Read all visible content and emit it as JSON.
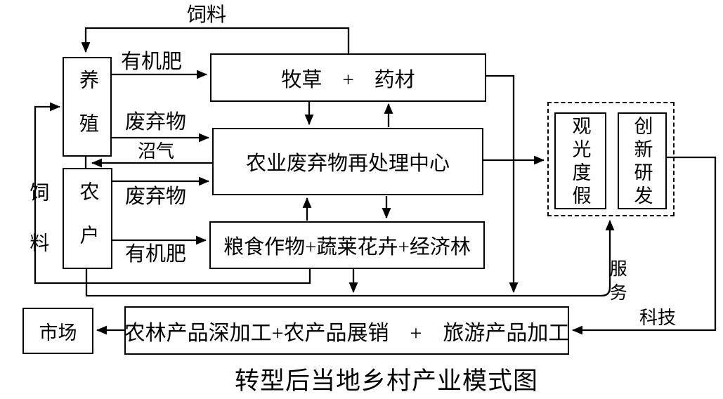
{
  "canvas": {
    "background": "#ffffff",
    "line_color": "#000000"
  },
  "title": "转型后当地乡村产业模式图",
  "nodes": {
    "breeding": {
      "label": "养殖"
    },
    "farmers": {
      "label": "农户"
    },
    "pasture_herbs": {
      "label": "牧草　+　药材"
    },
    "waste_center": {
      "label": "农业废弃物再处理中心"
    },
    "crops": {
      "label": "粮食作物+蔬莱花卉+经济林"
    },
    "sightseeing": {
      "label": "观光度假"
    },
    "innovation": {
      "label": "创新研发"
    },
    "processing": {
      "label": "农林产品深加工+农产品展销　+　旅游产品加工"
    },
    "market": {
      "label": "市场"
    }
  },
  "edge_labels": {
    "feed_top": "饲料",
    "organic_fertilizer_top": "有机肥",
    "waste_top": "废弃物",
    "biogas": "沼气",
    "waste_bottom": "废弃物",
    "organic_fertilizer_bottom": "有机肥",
    "feed_left": "饲料",
    "service": "服务",
    "technology": "科技"
  }
}
